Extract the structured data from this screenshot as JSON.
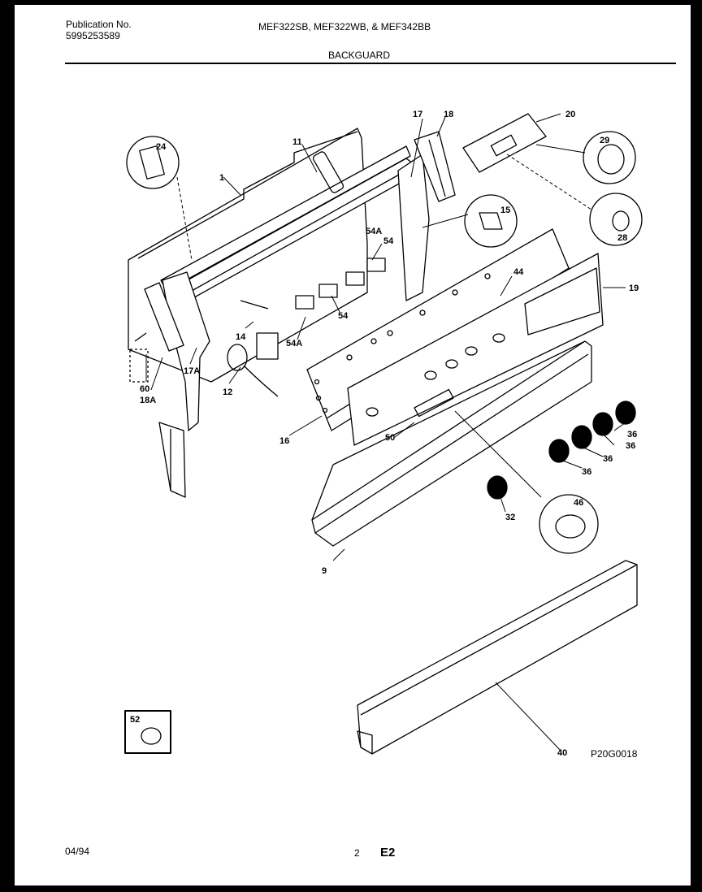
{
  "header": {
    "publication_label": "Publication No.",
    "publication_number": "5995253589",
    "models": "MEF322SB, MEF322WB, & MEF342BB",
    "section_title": "BACKGUARD"
  },
  "footer": {
    "date": "04/94",
    "page": "2",
    "section": "E2"
  },
  "drawing_code": "P20G0018",
  "callouts": {
    "p1": "1",
    "p9": "9",
    "p11": "11",
    "p12": "12",
    "p14": "14",
    "p15": "15",
    "p16": "16",
    "p17": "17",
    "p17a": "17A",
    "p18": "18",
    "p18a": "18A",
    "p19": "19",
    "p20": "20",
    "p24": "24",
    "p28": "28",
    "p29": "29",
    "p32": "32",
    "p36": "36",
    "p40": "40",
    "p44": "44",
    "p46": "46",
    "p50": "50",
    "p52": "52",
    "p54": "54",
    "p54a": "54A",
    "p60": "60"
  }
}
